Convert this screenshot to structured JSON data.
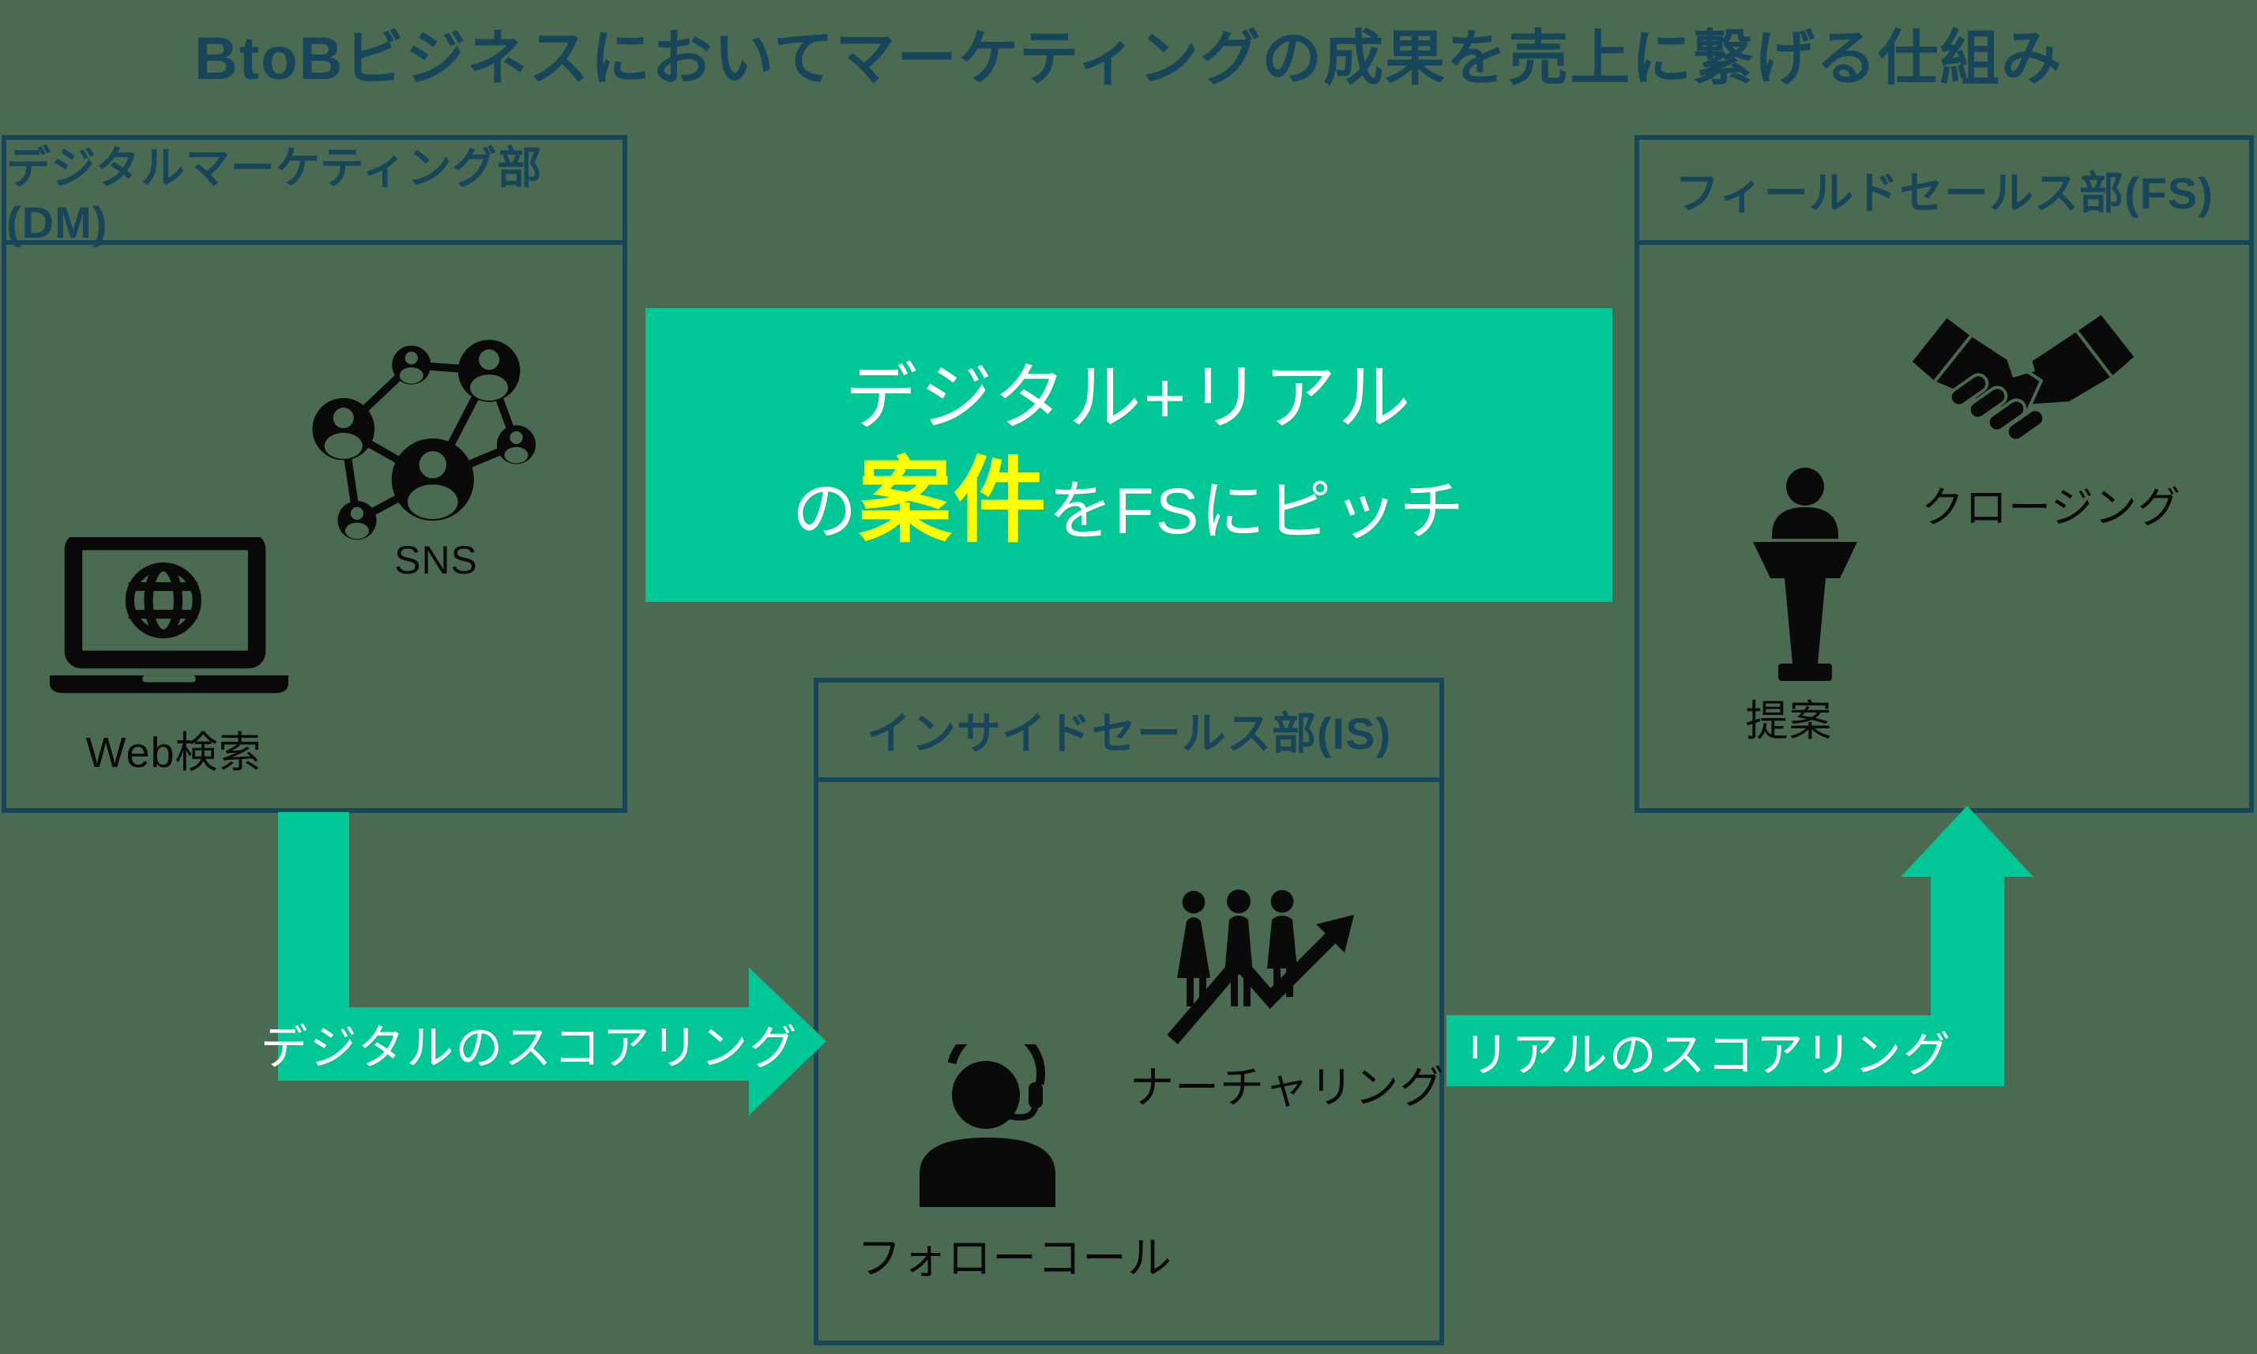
{
  "title": "BtoBビジネスにおいてマーケティングの成果を売上に繋げる仕組み",
  "colors": {
    "background": "#4A6B51",
    "dark_teal": "#17465A",
    "accent_green": "#00C795",
    "highlight_yellow": "#FFFF00",
    "icon_black": "#0A0A0A",
    "banner_text": "#FFFFFF"
  },
  "banner": {
    "line1": "デジタル+リアル",
    "line2_prefix": "の",
    "line2_highlight": "案件",
    "line2_suffix": "をFSにピッチ"
  },
  "departments": {
    "dm": {
      "header": "デジタルマーケティング部(DM)",
      "items": [
        {
          "icon": "sns-network-icon",
          "label": "SNS"
        },
        {
          "icon": "laptop-web-search-icon",
          "label": "Web検索"
        }
      ]
    },
    "is": {
      "header": "インサイドセールス部(IS)",
      "items": [
        {
          "icon": "nurturing-growth-icon",
          "label": "ナーチャリング"
        },
        {
          "icon": "headset-operator-icon",
          "label": "フォローコール"
        }
      ]
    },
    "fs": {
      "header": "フィールドセールス部(FS)",
      "items": [
        {
          "icon": "handshake-icon",
          "label": "クロージング"
        },
        {
          "icon": "podium-presenter-icon",
          "label": "提案"
        }
      ]
    }
  },
  "arrows": [
    {
      "id": "dm-to-is",
      "label": "デジタルのスコアリング"
    },
    {
      "id": "is-to-fs",
      "label": "リアルのスコアリング"
    }
  ]
}
